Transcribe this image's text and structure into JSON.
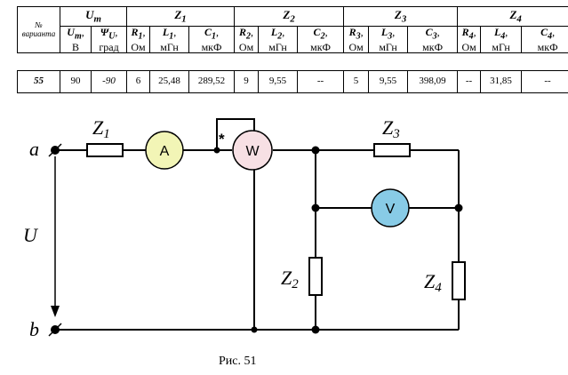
{
  "header": {
    "variant_label_1": "№",
    "variant_label_2": "варианта",
    "groups": [
      "U",
      "Z",
      "Z",
      "Z",
      "Z"
    ],
    "group_subs": [
      "m",
      "1",
      "2",
      "3",
      "4"
    ],
    "params": [
      {
        "sym": "U",
        "sub": "m",
        "unit": "В"
      },
      {
        "sym": "Ψ",
        "sub": "U",
        "unit": "град"
      },
      {
        "sym": "R",
        "sub": "1",
        "unit": "Ом"
      },
      {
        "sym": "L",
        "sub": "1",
        "unit": "мГн"
      },
      {
        "sym": "C",
        "sub": "1",
        "unit": "мкФ"
      },
      {
        "sym": "R",
        "sub": "2",
        "unit": "Ом"
      },
      {
        "sym": "L",
        "sub": "2",
        "unit": "мГн"
      },
      {
        "sym": "C",
        "sub": "2",
        "unit": "мкФ"
      },
      {
        "sym": "R",
        "sub": "3",
        "unit": "Ом"
      },
      {
        "sym": "L",
        "sub": "3",
        "unit": "мГн"
      },
      {
        "sym": "C",
        "sub": "3",
        "unit": "мкФ"
      },
      {
        "sym": "R",
        "sub": "4",
        "unit": "Ом"
      },
      {
        "sym": "L",
        "sub": "4",
        "unit": "мГн"
      },
      {
        "sym": "C",
        "sub": "4",
        "unit": "мкФ"
      }
    ]
  },
  "row": {
    "variant": "55",
    "values": [
      "90",
      "-90",
      "6",
      "25,48",
      "289,52",
      "9",
      "9,55",
      "--",
      "5",
      "9,55",
      "398,09",
      "--",
      "31,85",
      "--"
    ]
  },
  "diagram": {
    "node_a": "a",
    "node_b": "b",
    "voltage": "U",
    "z1": {
      "sym": "Z",
      "sub": "1"
    },
    "z2": {
      "sym": "Z",
      "sub": "2"
    },
    "z3": {
      "sym": "Z",
      "sub": "3"
    },
    "z4": {
      "sym": "Z",
      "sub": "4"
    },
    "ammeter": "A",
    "wattmeter": "W",
    "voltmeter": "V",
    "star": "*",
    "ammeter_color": "#f2f5b6",
    "wattmeter_color": "#f7e0e4",
    "voltmeter_color": "#88cbe6"
  },
  "caption": "Рис. 51"
}
